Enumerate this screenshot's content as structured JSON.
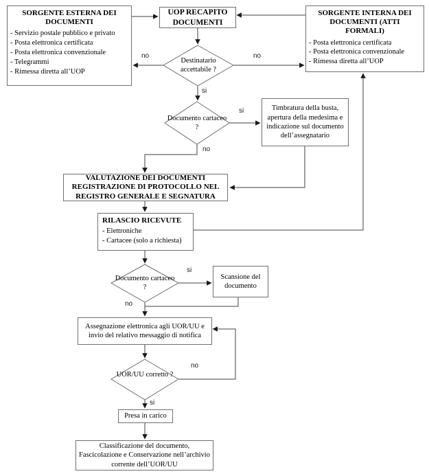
{
  "nodes": {
    "sorgente_esterna": {
      "title": "SORGENTE ESTERNA DEI DOCUMENTI",
      "items": [
        "- Servizio postale pubblico e privato",
        "- Posta elettronica certificata",
        "- Posta elettronica convenzionale",
        "- Telegrammi",
        "- Rimessa diretta all’UOP"
      ]
    },
    "uop_recapito": {
      "title": "UOP RECAPITO DOCUMENTI"
    },
    "sorgente_interna": {
      "title": "SORGENTE INTERNA DEI DOCUMENTI  (ATTI FORMALI)",
      "items": [
        "- Posta elettronica certificata",
        "- Posta elettronica convenzionale",
        "- Rimessa diretta all’UOP"
      ]
    },
    "destinatario_accettabile": {
      "label": "Destinatario accettabile ?"
    },
    "documento_cartaceo_1": {
      "label": "Documento cartaceo ?"
    },
    "timbratura": {
      "label": "Timbratura della busta, apertura della medesima e indicazione sul documento dell’assegnatario"
    },
    "valutazione": {
      "label": "VALUTAZIONE DEI DOCUMENTI REGISTRAZIONE DI PROTOCOLLO NEL REGISTRO GENERALE E SEGNATURA"
    },
    "rilascio_ricevute": {
      "title": "RILASCIO RICEVUTE",
      "items": [
        "- Elettroniche",
        "- Cartacee (solo a richiesta)"
      ]
    },
    "documento_cartaceo_2": {
      "label": "Documento cartaceo ?"
    },
    "scansione": {
      "label": "Scansione del documento"
    },
    "assegnazione": {
      "label": "Assegnazione elettronica agli UOR/UU e invio del relativo messaggio di notifica"
    },
    "uor_corretto": {
      "label": "UOR/UU corretto ?"
    },
    "presa_in_carico": {
      "label": "Presa in carico"
    },
    "classificazione": {
      "label": "Classificazione del documento, Fascicolazione e Conservazione nell’archivio corrente dell’UOR/UU"
    }
  },
  "edge_labels": {
    "destinatario_no_left": "no",
    "destinatario_no_right": "no",
    "destinatario_si": "si",
    "cartaceo1_si": "si",
    "cartaceo1_no": "no",
    "cartaceo2_si": "si",
    "cartaceo2_no": "no",
    "uor_no": "no",
    "uor_si": "si"
  },
  "colors": {
    "background": "#ffffff",
    "ink": "#000000",
    "line": "#3f3f3f",
    "box_border": "#6e6e6e"
  }
}
